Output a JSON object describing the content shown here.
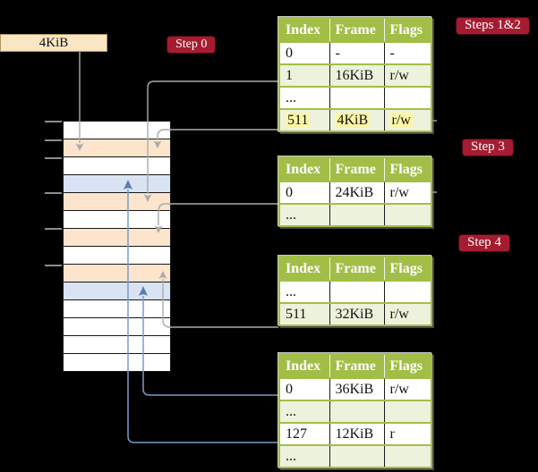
{
  "palette": {
    "green": "#A2BE47",
    "rowgreen": "#EDF2DC",
    "yellow": "#FDF6A4",
    "peach": "#FCE5CC",
    "bluerow": "#D9E3F3",
    "cream": "#FAE6C3",
    "crimson": "#A51C30",
    "gray_line": "#ABABAB",
    "blue_line": "#7D9AC7",
    "blue_arrow": "#5B7CB0"
  },
  "frame_box": {
    "label": "4KiB"
  },
  "steps": [
    {
      "label": "Step 0"
    },
    {
      "label": "Steps 1&2"
    },
    {
      "label": "Step 3"
    },
    {
      "label": "Step 4"
    }
  ],
  "tables": [
    {
      "columns": [
        "Index",
        "Frame",
        "Flags"
      ],
      "rows": [
        {
          "cells": [
            "0",
            "-",
            "-"
          ]
        },
        {
          "cells": [
            "1",
            "16KiB",
            "r/w"
          ]
        },
        {
          "cells": [
            "...",
            "",
            ""
          ]
        },
        {
          "cells": [
            "511",
            "4KiB",
            "r/w"
          ],
          "highlight": true
        }
      ]
    },
    {
      "columns": [
        "Index",
        "Frame",
        "Flags"
      ],
      "rows": [
        {
          "cells": [
            "0",
            "24KiB",
            "r/w"
          ]
        },
        {
          "cells": [
            "...",
            "",
            ""
          ]
        }
      ]
    },
    {
      "columns": [
        "Index",
        "Frame",
        "Flags"
      ],
      "rows": [
        {
          "cells": [
            "...",
            "",
            ""
          ]
        },
        {
          "cells": [
            "511",
            "32KiB",
            "r/w"
          ]
        }
      ]
    },
    {
      "columns": [
        "Index",
        "Frame",
        "Flags"
      ],
      "rows": [
        {
          "cells": [
            "0",
            "36KiB",
            "r/w"
          ]
        },
        {
          "cells": [
            "...",
            "",
            ""
          ]
        },
        {
          "cells": [
            "127",
            "12KiB",
            "r"
          ]
        },
        {
          "cells": [
            "...",
            "",
            ""
          ]
        }
      ]
    }
  ],
  "memory": {
    "rows": [
      "white",
      "peach",
      "white",
      "blue",
      "peach",
      "white",
      "peach",
      "white",
      "peach",
      "blue",
      "white",
      "white",
      "white",
      "white"
    ]
  }
}
